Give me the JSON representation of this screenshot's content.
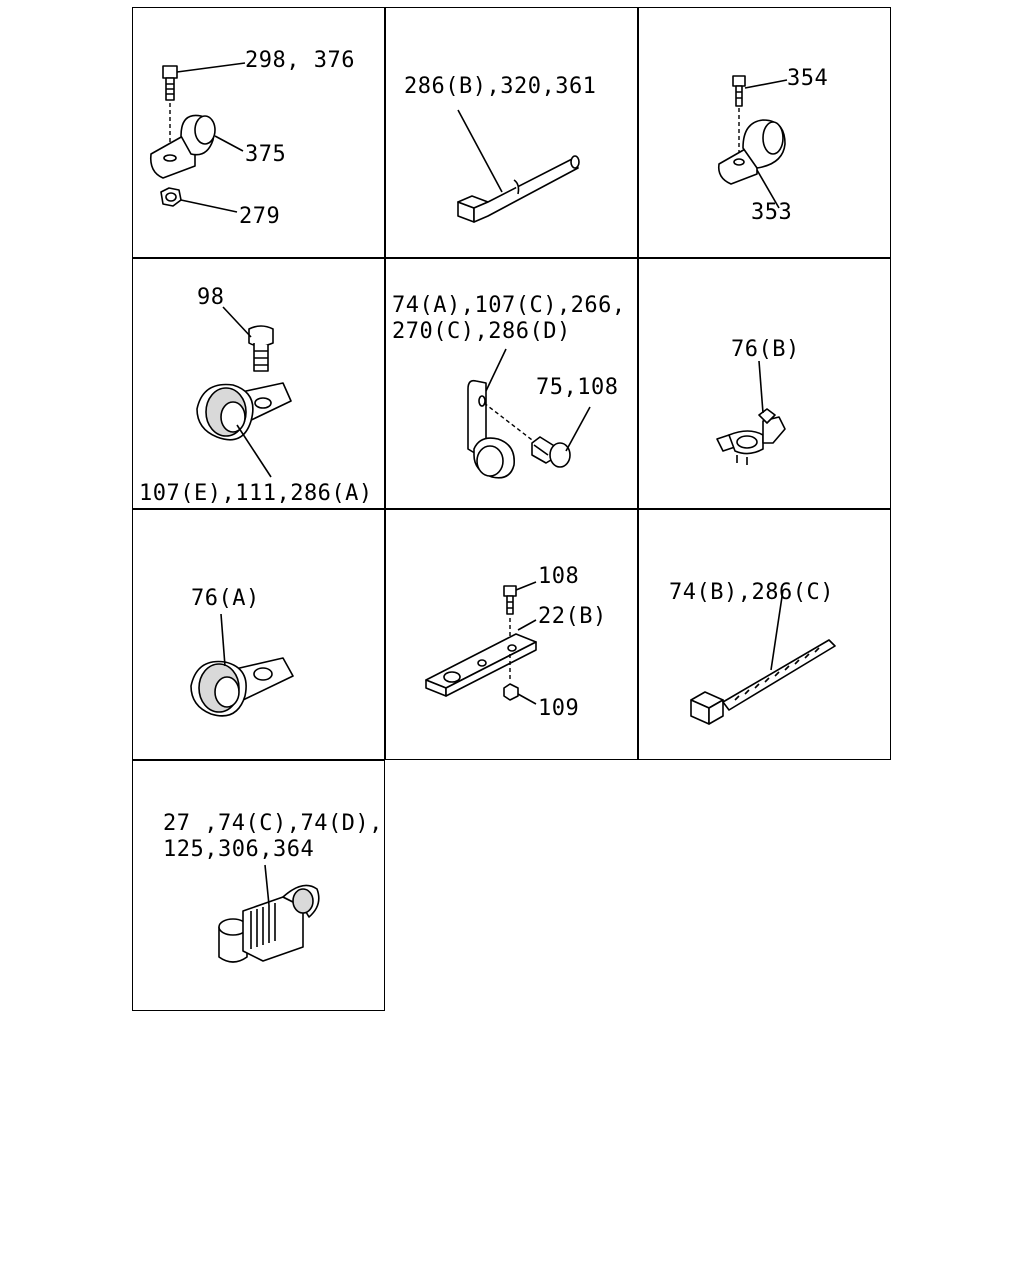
{
  "cells": [
    {
      "labels": [
        "298, 376",
        "375",
        "279"
      ]
    },
    {
      "labels": [
        "286(B),320,361"
      ]
    },
    {
      "labels": [
        "354",
        "353"
      ]
    },
    {
      "labels": [
        "98",
        "107(E),111,286(A)"
      ]
    },
    {
      "labels": [
        "74(A),107(C),266,",
        "270(C),286(D)",
        "75,108"
      ]
    },
    {
      "labels": [
        "76(B)"
      ]
    },
    {
      "labels": [
        "76(A)"
      ]
    },
    {
      "labels": [
        "108",
        "22(B)",
        "109"
      ]
    },
    {
      "labels": [
        "74(B),286(C)"
      ]
    },
    {
      "labels": [
        "27 ,74(C),74(D),",
        "125,306,364"
      ]
    }
  ]
}
